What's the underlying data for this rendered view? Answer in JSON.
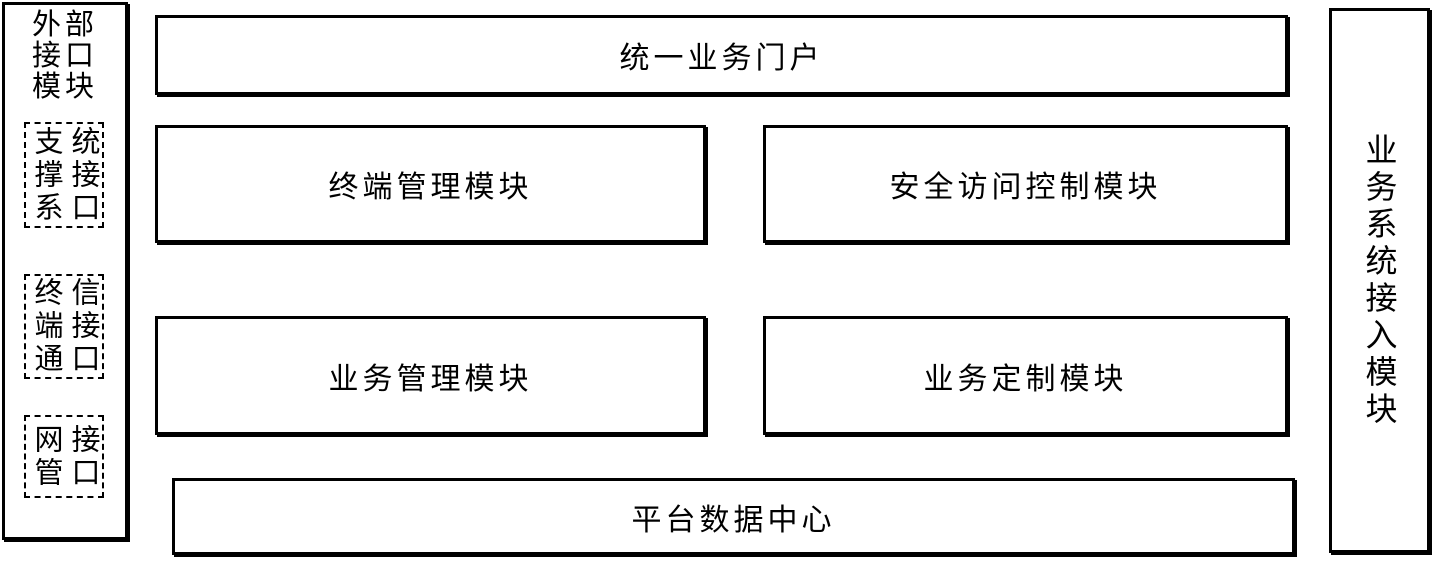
{
  "left_panel": {
    "title": "外部接口模块",
    "items": [
      {
        "label": "支撑系统接口"
      },
      {
        "label": "终端通信接口"
      },
      {
        "label": "网管接口"
      }
    ]
  },
  "right_panel": {
    "title": "业务系统接入模块"
  },
  "main": {
    "portal": "统一业务门户",
    "terminal_management": "终端管理模块",
    "security_access_control": "安全访问控制模块",
    "business_management": "业务管理模块",
    "business_customization": "业务定制模块",
    "data_center": "平台数据中心"
  },
  "colors": {
    "border": "#000000",
    "background": "#ffffff",
    "text": "#000000"
  }
}
